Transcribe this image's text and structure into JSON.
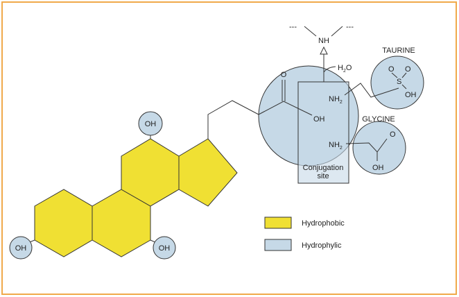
{
  "colors": {
    "hydrophobic": "#f0e033",
    "hydrophylic": "#c6d9e7",
    "frame": "#f0a94a"
  },
  "labels": {
    "oh_top": "OH",
    "oh_left": "OH",
    "oh_bottom": "OH",
    "carboxyl_o": "O",
    "carboxyl_oh": "OH",
    "nh": "NH",
    "dashes_left": "---",
    "dashes_right": "---",
    "h2o": "H",
    "h2o_sub": "2",
    "h2o_o": "O",
    "nh2": "NH",
    "nh2_sub": "2",
    "taurine": "TAURINE",
    "taurine_o1": "O",
    "taurine_o2": "O",
    "taurine_s": "S",
    "taurine_oh": "OH",
    "glycine": "GLYCINE",
    "glycine_o": "O",
    "glycine_oh": "OH",
    "conjugation_1": "Conjugation",
    "conjugation_2": "site"
  },
  "legend": [
    {
      "label": "Hydrophobic"
    },
    {
      "label": "Hydrophylic"
    }
  ]
}
